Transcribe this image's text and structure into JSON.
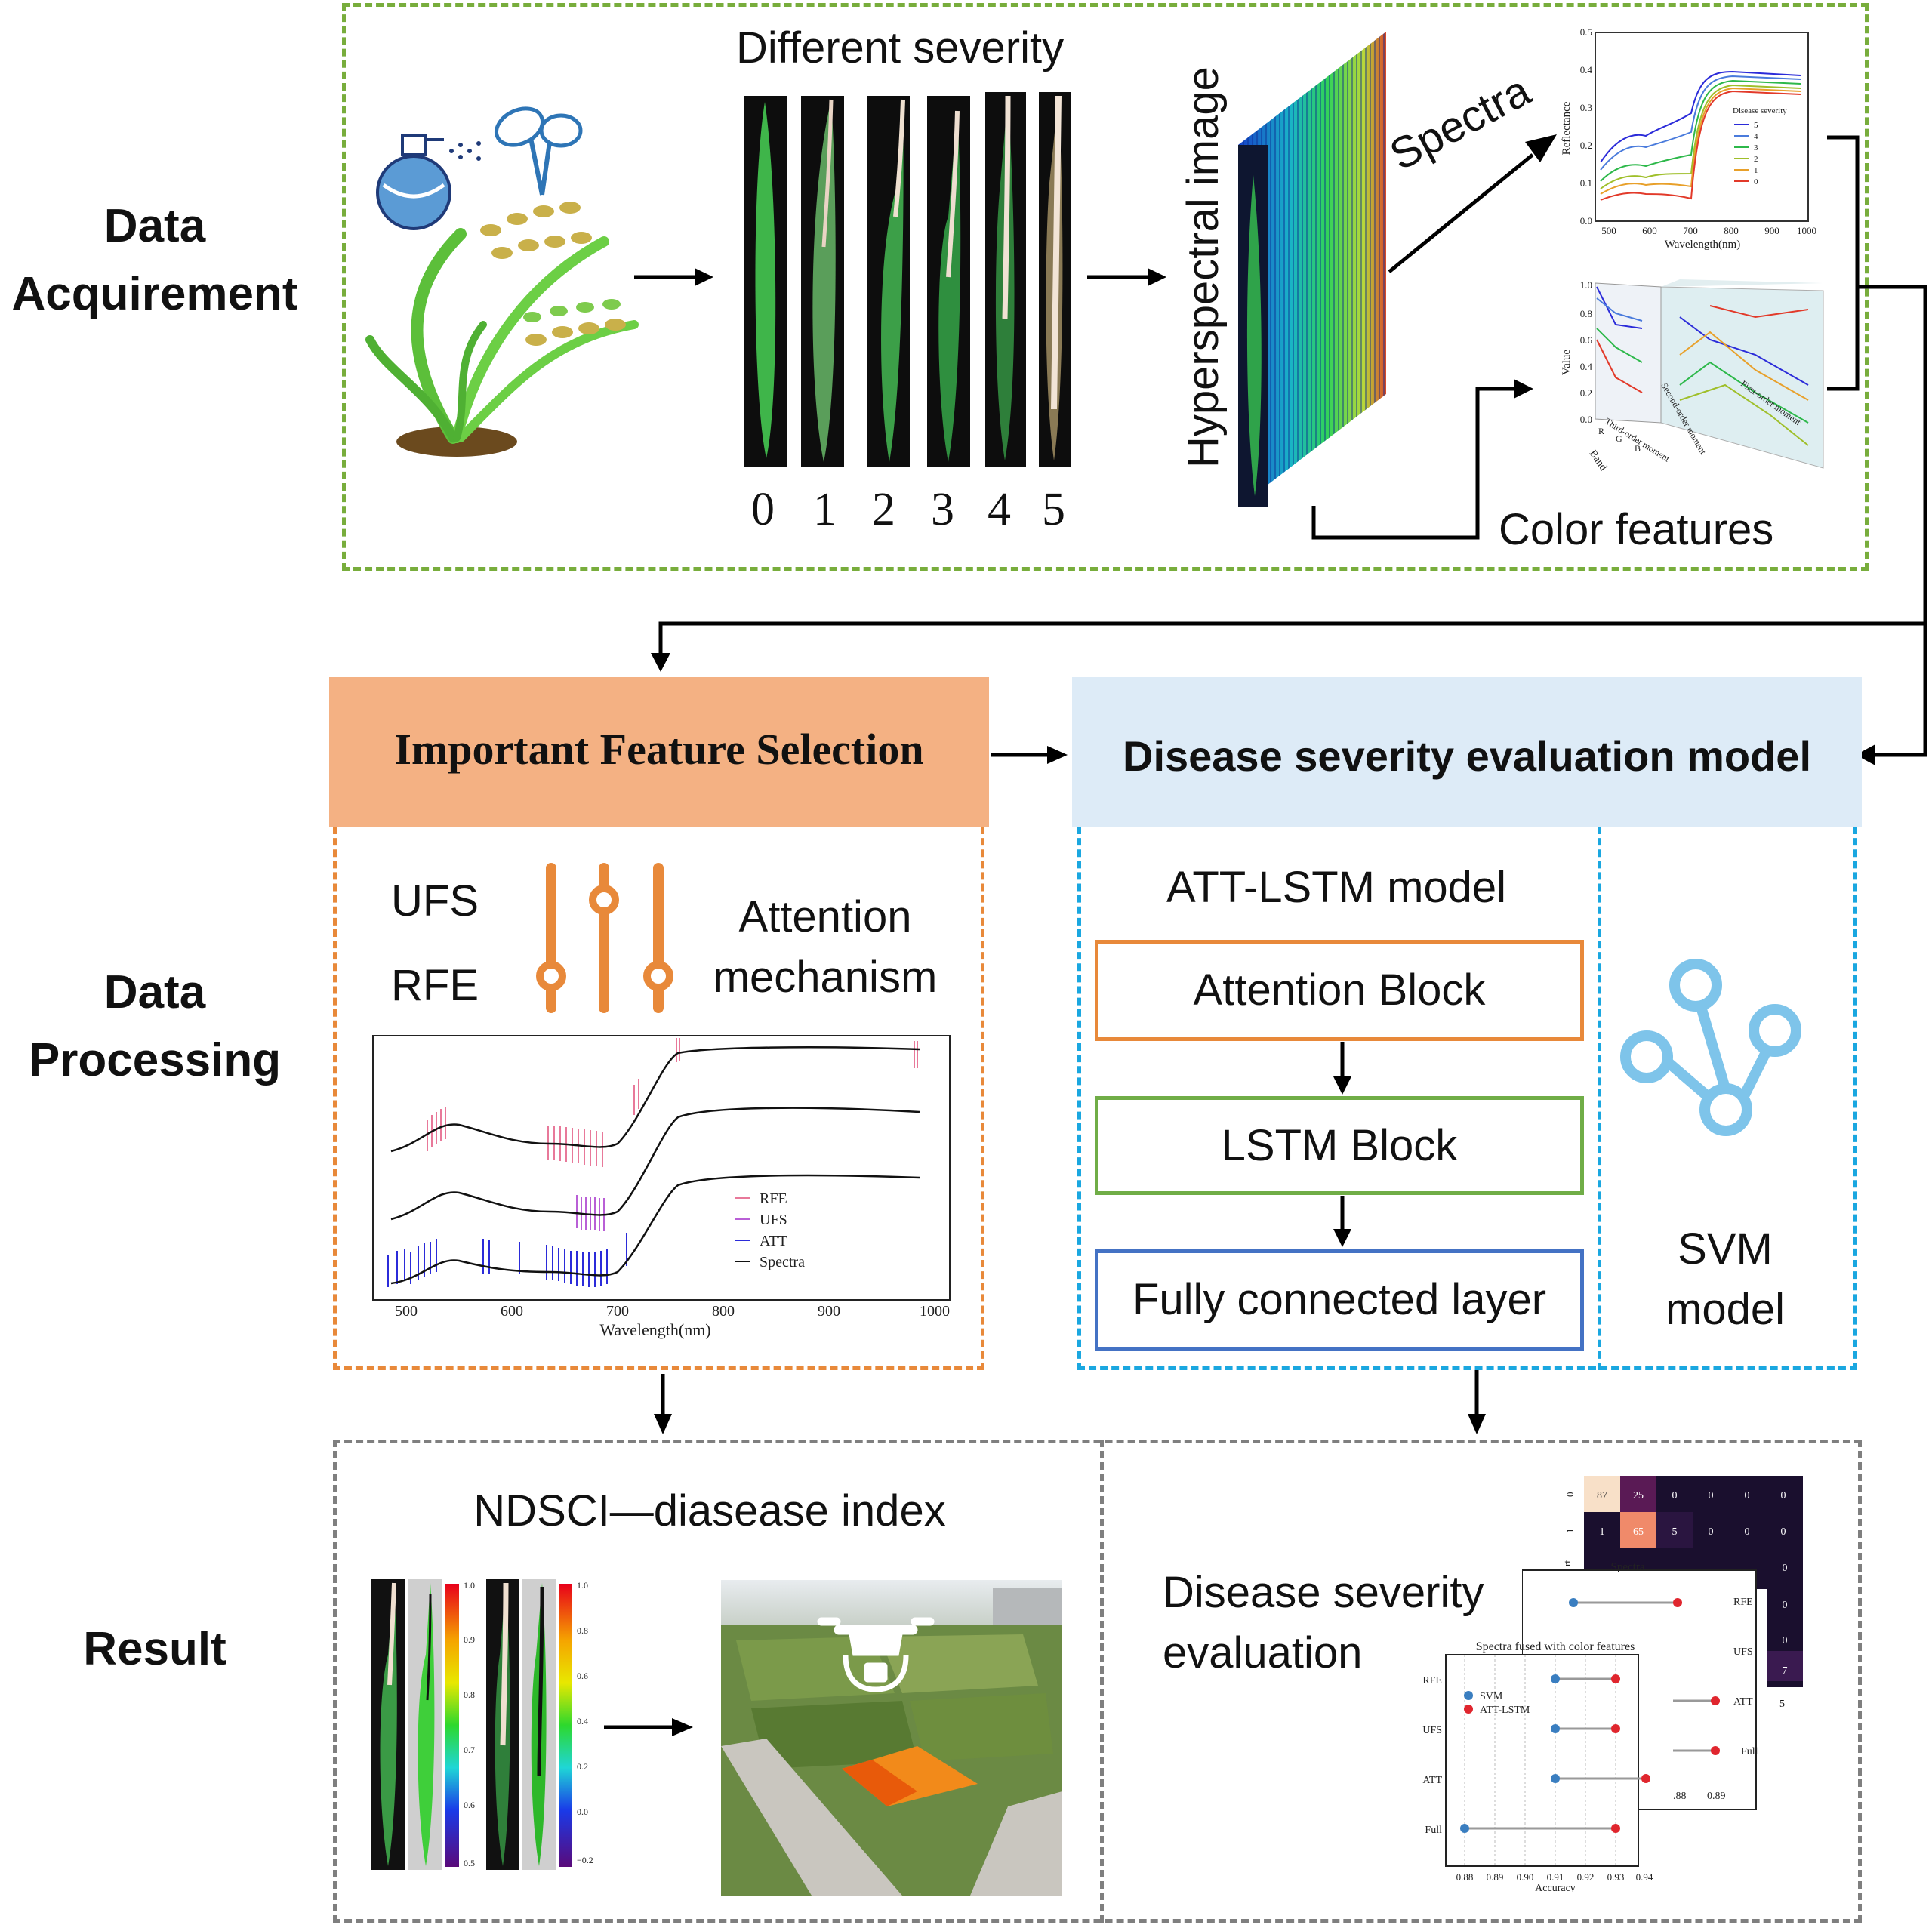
{
  "sections": {
    "acquirement": [
      "Data",
      "Acquirement"
    ],
    "processing": [
      "Data",
      "Processing"
    ],
    "result": "Result"
  },
  "acquire": {
    "severity_title": "Different severity",
    "severity_levels": [
      "0",
      "1",
      "2",
      "3",
      "4",
      "5"
    ],
    "hyperspectral_label": "Hyperspectral image",
    "spectra_label": "Spectra",
    "color_features_label": "Color features",
    "reflectance_chart": {
      "ylabel": "Reflectance",
      "xlabel": "Wavelength(nm)",
      "yticks": [
        "0.0",
        "0.1",
        "0.2",
        "0.3",
        "0.4",
        "0.5"
      ],
      "xticks": [
        "500",
        "600",
        "700",
        "800",
        "900",
        "1000"
      ],
      "legend_title": "Disease severity",
      "legend_items": [
        "5",
        "4",
        "3",
        "2",
        "1",
        "0"
      ]
    },
    "color_chart": {
      "ylabel": "Value",
      "yticks": [
        "0.0",
        "0.2",
        "0.4",
        "0.6",
        "0.8",
        "1.0"
      ],
      "band_label": "Band",
      "band_ticks": [
        "R",
        "G",
        "B"
      ],
      "axis_labels": [
        "Third-order moment",
        "Second-order moment",
        "First-order moment"
      ]
    }
  },
  "feature_selection": {
    "title": "Important Feature Selection",
    "methods": [
      "UFS",
      "RFE"
    ],
    "attention": [
      "Attention",
      "mechanism"
    ],
    "chart": {
      "xlabel": "Wavelength(nm)",
      "xticks": [
        "500",
        "600",
        "700",
        "800",
        "900",
        "1000"
      ],
      "legend": [
        "RFE",
        "UFS",
        "ATT",
        "Spectra"
      ]
    }
  },
  "evaluation_model": {
    "title": "Disease severity evaluation model",
    "att_lstm_title": "ATT-LSTM model",
    "blocks": [
      "Attention Block",
      "LSTM Block",
      "Fully connected layer"
    ],
    "svm": [
      "SVM",
      "model"
    ]
  },
  "result": {
    "ndsci_title": "NDSCI—diasease index",
    "colorbar1_ticks": [
      "1.0",
      "0.9",
      "0.8",
      "0.7",
      "0.6",
      "0.5"
    ],
    "colorbar2_ticks": [
      "1.0",
      "0.8",
      "0.6",
      "0.4",
      "0.2",
      "0.0",
      "−0.2"
    ],
    "severity_eval": [
      "Disease severity",
      "evaluation"
    ],
    "confusion": {
      "row_labels": [
        "0",
        "1"
      ],
      "rows": [
        [
          "87",
          "25",
          "0",
          "0",
          "0",
          "0"
        ],
        [
          "1",
          "65",
          "5",
          "0",
          "0",
          "0"
        ]
      ],
      "right_col": [
        "0",
        "0",
        "0",
        "7"
      ],
      "bottom_label": "5",
      "corner_label": "rt"
    },
    "back_panel": {
      "title": "Spectra",
      "labels": [
        "RFE",
        "UFS",
        "ATT",
        "Full"
      ],
      "xticks": [
        ".88",
        "0.89"
      ]
    },
    "front_panel": {
      "title": "Spectra fused with color features",
      "labels": [
        "RFE",
        "UFS",
        "ATT",
        "Full"
      ],
      "legend": [
        "SVM",
        "ATT-LSTM"
      ],
      "xticks": [
        "0.88",
        "0.89",
        "0.90",
        "0.91",
        "0.92",
        "0.93",
        "0.94"
      ],
      "xlabel": "Accuracy",
      "svm_acc": [
        0.91,
        0.91,
        0.91,
        0.88
      ],
      "att_lstm_acc": [
        0.93,
        0.93,
        0.94,
        0.93
      ]
    }
  },
  "colors": {
    "green_dash": "#78ad3c",
    "orange": "#e8893a",
    "orange_fill": "#f4b183",
    "blue_dash": "#1aa7e0",
    "blue_fill": "#ddebf7",
    "gray_dash": "#7f7f7f",
    "green_box": "#70ad47",
    "blue_box": "#4472c4"
  }
}
